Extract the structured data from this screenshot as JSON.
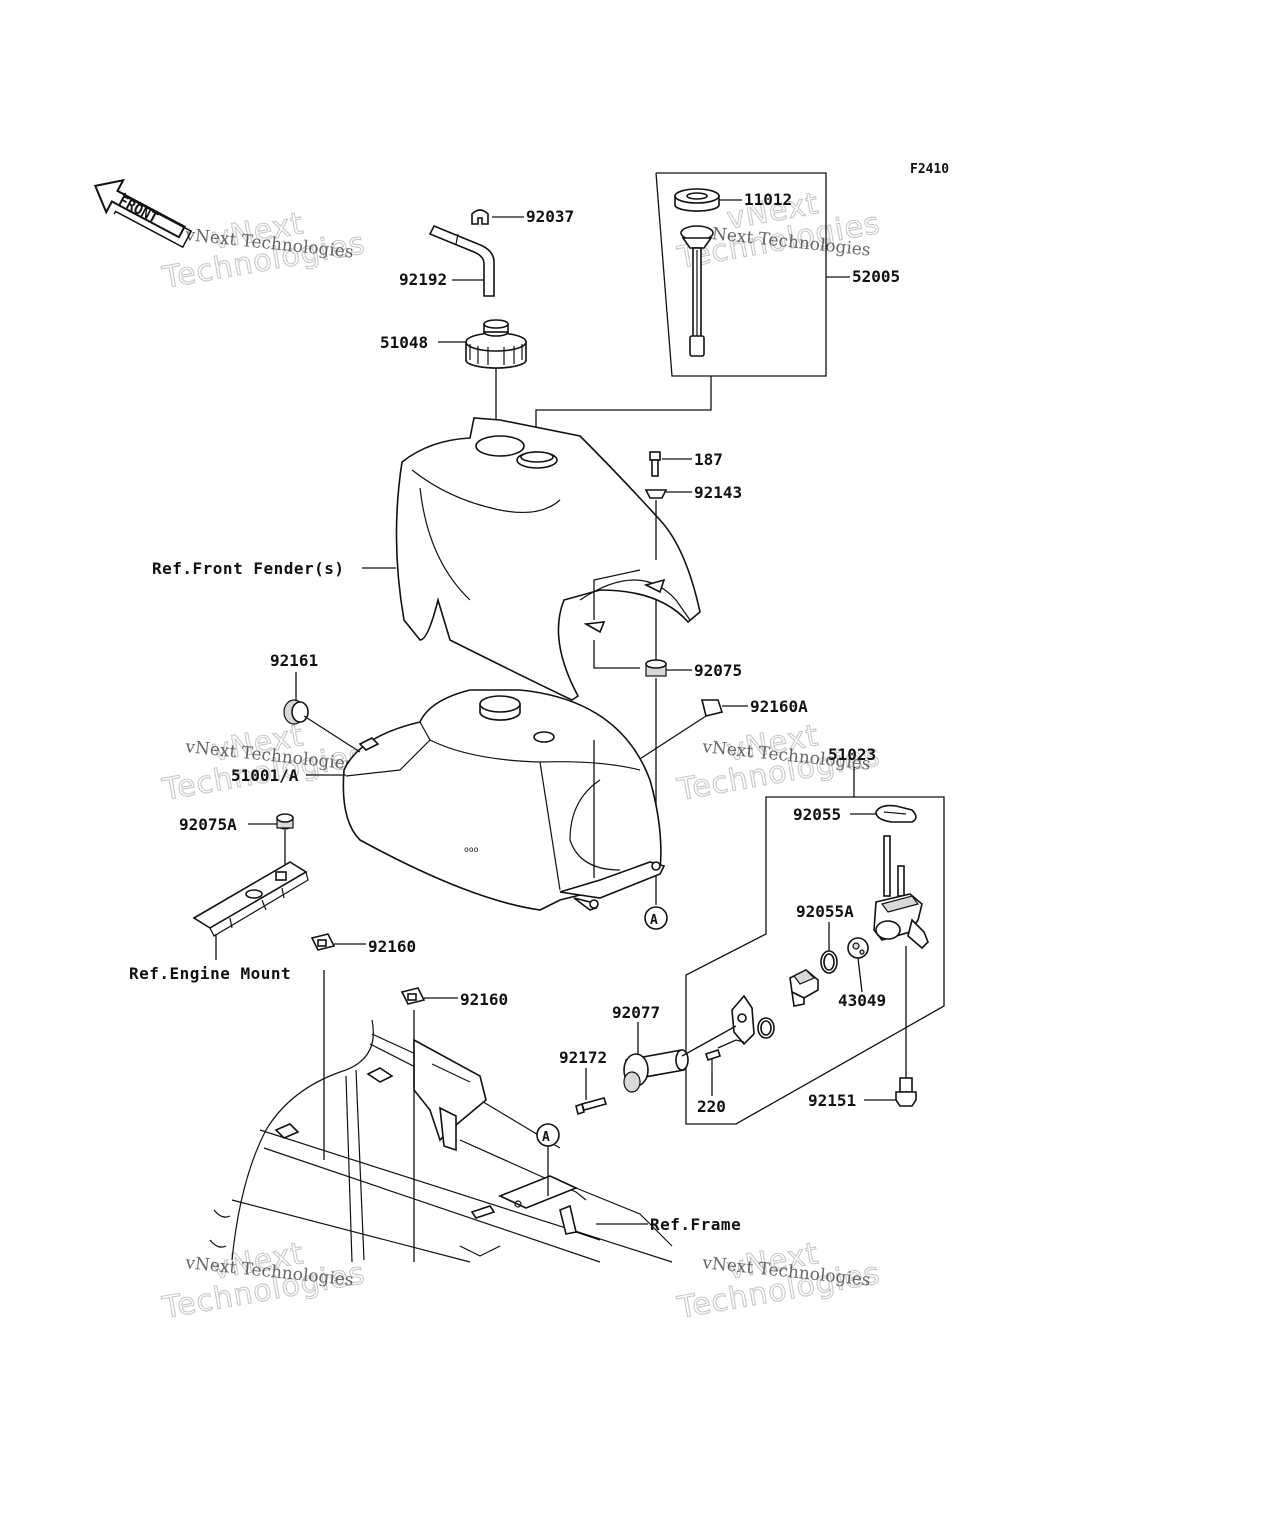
{
  "figure_code": "F2410",
  "front_arrow_label": "FRONT",
  "callout_marker": "A",
  "watermark": {
    "line1": "vNext Technologies",
    "line2": "Technologies",
    "line3": "vNext"
  },
  "parts": {
    "p92037": "92037",
    "p92192": "92192",
    "p51048": "51048",
    "p11012": "11012",
    "p52005": "52005",
    "p187": "187",
    "p92143": "92143",
    "p92075": "92075",
    "p92160A": "92160A",
    "p92161": "92161",
    "p51001A": "51001/A",
    "p51023": "51023",
    "p92055": "92055",
    "p92075A": "92075A",
    "p92055A": "92055A",
    "p43049": "43049",
    "p92160a": "92160",
    "p92160b": "92160",
    "p92077": "92077",
    "p92172": "92172",
    "p220": "220",
    "p92151": "92151"
  },
  "references": {
    "front_fender": "Ref.Front Fender(s)",
    "engine_mount": "Ref.Engine Mount",
    "frame": "Ref.Frame"
  }
}
